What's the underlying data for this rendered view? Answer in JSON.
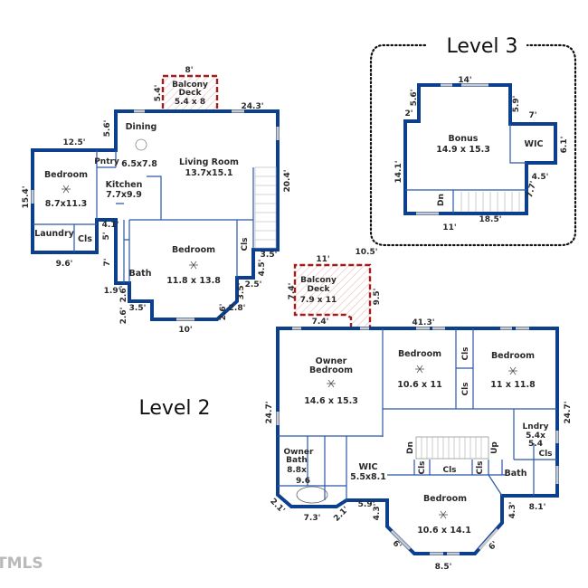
{
  "level1": {
    "labels": [
      "8'",
      "Balcony",
      "Deck",
      "5.4 x 8",
      "5.4'",
      "24.3'",
      "Dining",
      "5.6'",
      "12.5'",
      "Pntry",
      "6.5x7.8",
      "Living Room",
      "13.7x15.1",
      "Bedroom",
      "8.7x11.3",
      "Kitchen",
      "7.7x9.9",
      "15.4'",
      "20.4'",
      "4.1'",
      "Laundry",
      "Cls",
      "5'",
      "Bedroom",
      "11.8 x 13.8",
      "Cls",
      "3.5'",
      "9.6'",
      "7'",
      "Bath",
      "4.5'",
      "2.5'",
      "1.9'",
      "2.6'",
      "3.5'",
      "3.5'",
      "2.6'",
      "2.6'",
      "2.8'",
      "10'"
    ]
  },
  "level2": {
    "title": "Level 2",
    "labels": [
      "11'",
      "10.5'",
      "Balcony",
      "Deck",
      "7.9 x 11",
      "7.4'",
      "9.5'",
      "7.4'",
      "41.3'",
      "Owner",
      "Bedroom",
      "14.6 x 15.3",
      "Bedroom",
      "10.6 x 11",
      "Cls",
      "Cls",
      "Bedroom",
      "11 x 11.8",
      "24.7'",
      "24.7'",
      "Lndry",
      "5.4x",
      "5.4",
      "Dn",
      "Up",
      "Cls",
      "Owner",
      "Bath",
      "8.8x",
      "9.6",
      "WIC",
      "5.5x8.1",
      "Cls",
      "Cls",
      "Cls",
      "Bath",
      "Bedroom",
      "10.6 x 14.1",
      "2.1'",
      "7.3'",
      "2.1'",
      "5.9'",
      "4.3'",
      "4.3'",
      "8.1'",
      "6'",
      "6'",
      "8.5'"
    ]
  },
  "level3": {
    "title": "Level 3",
    "labels": [
      "14'",
      "5.6'",
      "2'",
      "5.9'",
      "7'",
      "Bonus",
      "14.9 x 15.3",
      "WIC",
      "6.1'",
      "4.5'",
      "14.1'",
      "7.7'",
      "Dn",
      "18.5'",
      "11'"
    ]
  },
  "watermark": "TMLS",
  "colors": {
    "wall": "#0d3f8f",
    "deck": "#a31c1c"
  }
}
